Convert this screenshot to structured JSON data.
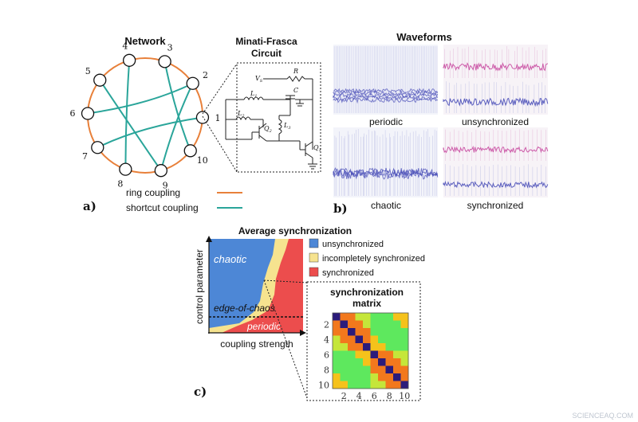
{
  "colors": {
    "ring": "#e8803a",
    "shortcut": "#2aa59a",
    "unsync": "#4d87d6",
    "incomplete": "#f6e38f",
    "sync": "#ec4d4d",
    "wave_blue": "#4a4fb8",
    "wave_pink": "#c84aa0"
  },
  "panel_a": {
    "title": "Network",
    "label": "a)",
    "nodes": [
      "1",
      "2",
      "3",
      "4",
      "5",
      "6",
      "7",
      "8",
      "9",
      "10"
    ],
    "legend": {
      "ring": "ring coupling",
      "shortcut": "shortcut coupling"
    }
  },
  "circuit": {
    "title_line1": "Minati-Frasca",
    "title_line2": "Circuit",
    "labels": {
      "vs": "V",
      "vs_sub": "S",
      "r": "R",
      "l1": "L",
      "l1_sub": "1",
      "l2": "L",
      "l2_sub": "2",
      "l3": "L",
      "l3_sub": "3",
      "c": "C",
      "q1": "Q",
      "q1_sub": "1",
      "q2": "Q",
      "q2_sub": "2"
    }
  },
  "panel_b": {
    "title": "Waveforms",
    "label": "b)",
    "cells": {
      "periodic": "periodic",
      "unsynchronized": "unsynchronized",
      "chaotic": "chaotic",
      "synchronized": "synchronized"
    }
  },
  "panel_c": {
    "title": "Average synchronization",
    "label": "c)",
    "legend": [
      "unsynchronized",
      "incompletely synchronized",
      "synchronized"
    ],
    "region_chaotic": "chaotic",
    "region_edge": "edge-of-chaos",
    "region_periodic": "periodic",
    "xlabel": "coupling strength",
    "ylabel": "control parameter",
    "matrix_title_line1": "synchronization",
    "matrix_title_line2": "matrix",
    "matrix_ticks": [
      "2",
      "4",
      "6",
      "8",
      "10"
    ]
  },
  "watermark": "SCIENCEAQ.COM"
}
